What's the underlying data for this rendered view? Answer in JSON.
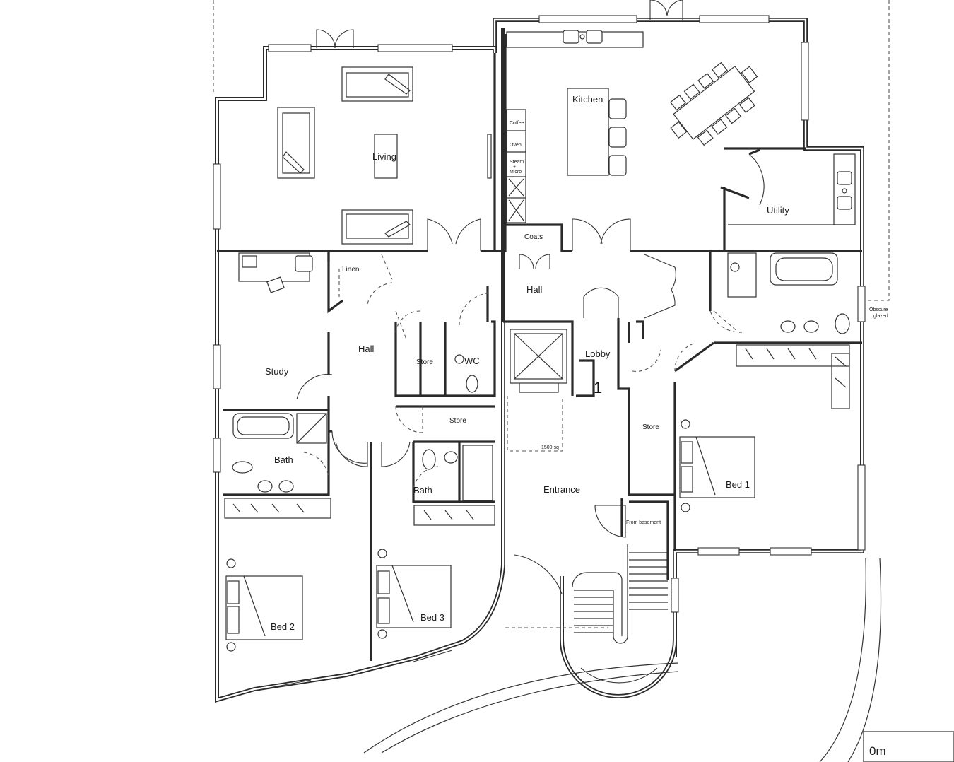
{
  "rooms": {
    "living": "Living",
    "kitchen": "Kitchen",
    "utility": "Utility",
    "coats": "Coats",
    "hall_upper": "Hall",
    "linen": "Linen",
    "study": "Study",
    "hall_left": "Hall",
    "store_a": "Store",
    "wc": "WC",
    "lobby": "Lobby",
    "store_b": "Store",
    "store_c": "Store",
    "bath_a": "Bath",
    "bath_b": "Bath",
    "entrance": "Entrance",
    "bed_1": "Bed 1",
    "bed_2": "Bed 2",
    "bed_3": "Bed 3"
  },
  "annotations": {
    "coffee": "Coffee",
    "oven": "Oven",
    "steam": "Steam",
    "plus": "+",
    "micro": "Micro",
    "lift_size": "1500 sq",
    "level_number": "1",
    "from_basement": "From basement",
    "obscure": "Obscure",
    "glazed": "glazed"
  },
  "scale_bar": {
    "start_label": "0m"
  }
}
